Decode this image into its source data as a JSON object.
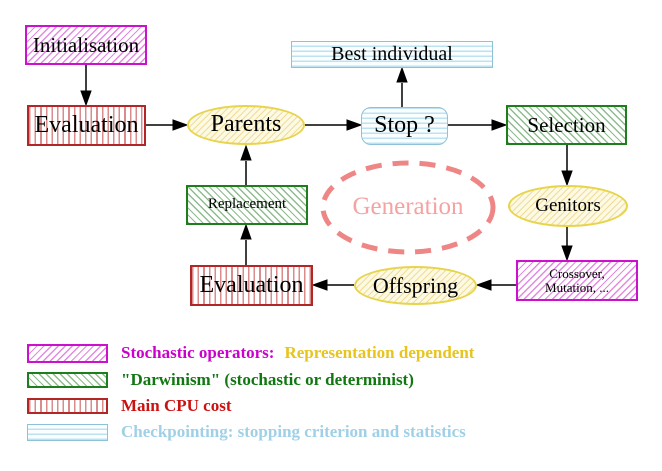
{
  "diagram": {
    "nodes": {
      "initialisation": "Initialisation",
      "evaluation_top": "Evaluation",
      "parents": "Parents",
      "best_individual": "Best individual",
      "stop": "Stop ?",
      "selection": "Selection",
      "replacement": "Replacement",
      "generation": "Generation",
      "genitors": "Genitors",
      "evaluation_bottom": "Evaluation",
      "crossover_line1": "Crossover,",
      "crossover_line2": "Mutation, ...",
      "offspring": "Offspring"
    },
    "flow_arrows": [
      "initialisation-to-evaluation",
      "evaluation-to-parents",
      "parents-to-stop",
      "stop-to-best-individual",
      "stop-to-selection",
      "selection-to-genitors",
      "genitors-to-crossover-mutation",
      "crossover-mutation-to-offspring",
      "offspring-to-evaluation",
      "evaluation-to-replacement",
      "replacement-to-parents"
    ]
  },
  "legend": {
    "items": [
      {
        "swatch": "magenta-forward-diagonal-hatch",
        "label": "Stochastic operators:",
        "label2": "Representation dependent"
      },
      {
        "swatch": "green-backward-diagonal-hatch",
        "label": "\"Darwinism\" (stochastic or determinist)"
      },
      {
        "swatch": "red-vertical-stripes",
        "label": "Main CPU cost"
      },
      {
        "swatch": "cyan-horizontal-stripes",
        "label": "Checkpointing: stopping criterion and statistics"
      }
    ]
  },
  "colors": {
    "magenta_border": "#cc11cc",
    "red_border": "#b32626",
    "green_border": "#1e7e1e",
    "yellow_border": "#e8d44b",
    "cyan_border": "#8ec2d8",
    "salmon_dashed": "#ee8686",
    "legend_magenta_text": "#cc00cc",
    "legend_gold_text": "#e8c41e",
    "legend_green_text": "#117711",
    "legend_red_text": "#cc1111",
    "legend_blue_text": "#9fd0e8",
    "arrow": "#000000"
  }
}
